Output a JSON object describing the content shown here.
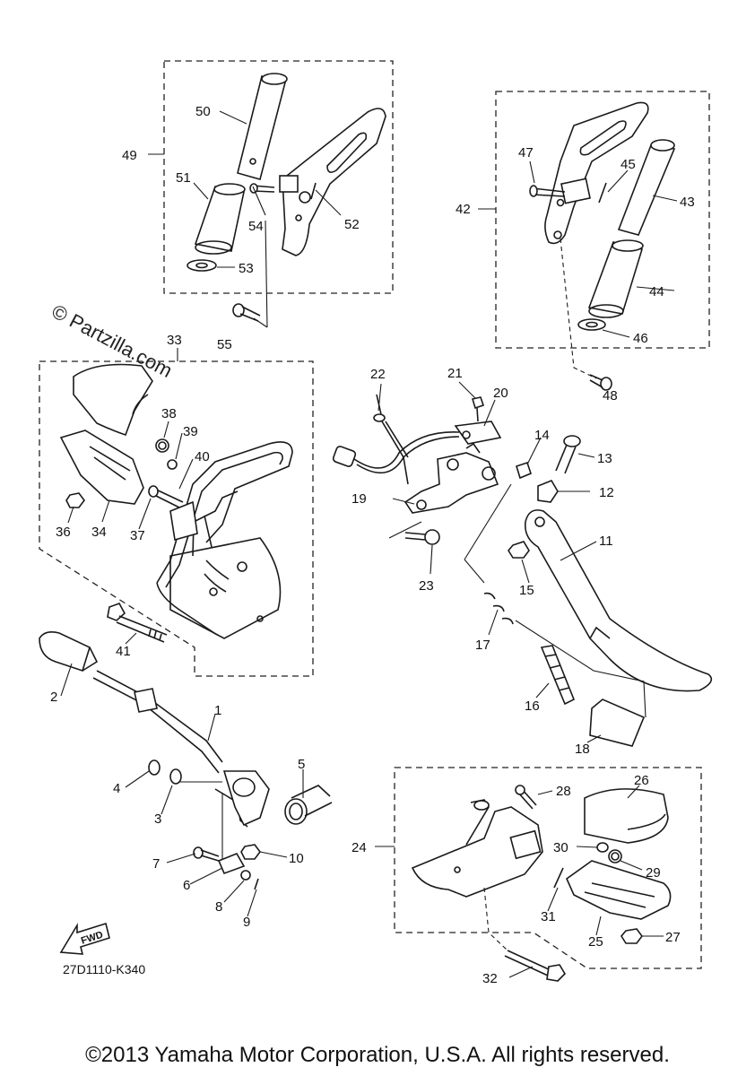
{
  "watermark": "© Partzilla.com",
  "diagram_code": "27D1110-K340",
  "fwd_label": "FWD",
  "copyright": "©2013 Yamaha Motor Corporation, U.S.A. All rights reserved.",
  "callouts": [
    "1",
    "2",
    "3",
    "4",
    "5",
    "6",
    "7",
    "8",
    "9",
    "10",
    "11",
    "12",
    "13",
    "14",
    "15",
    "16",
    "17",
    "18",
    "19",
    "20",
    "21",
    "22",
    "23",
    "24",
    "25",
    "26",
    "27",
    "28",
    "29",
    "30",
    "31",
    "32",
    "33",
    "34",
    "36",
    "37",
    "38",
    "39",
    "40",
    "41",
    "42",
    "43",
    "44",
    "45",
    "46",
    "47",
    "48",
    "49",
    "50",
    "51",
    "52",
    "53",
    "54",
    "55"
  ]
}
